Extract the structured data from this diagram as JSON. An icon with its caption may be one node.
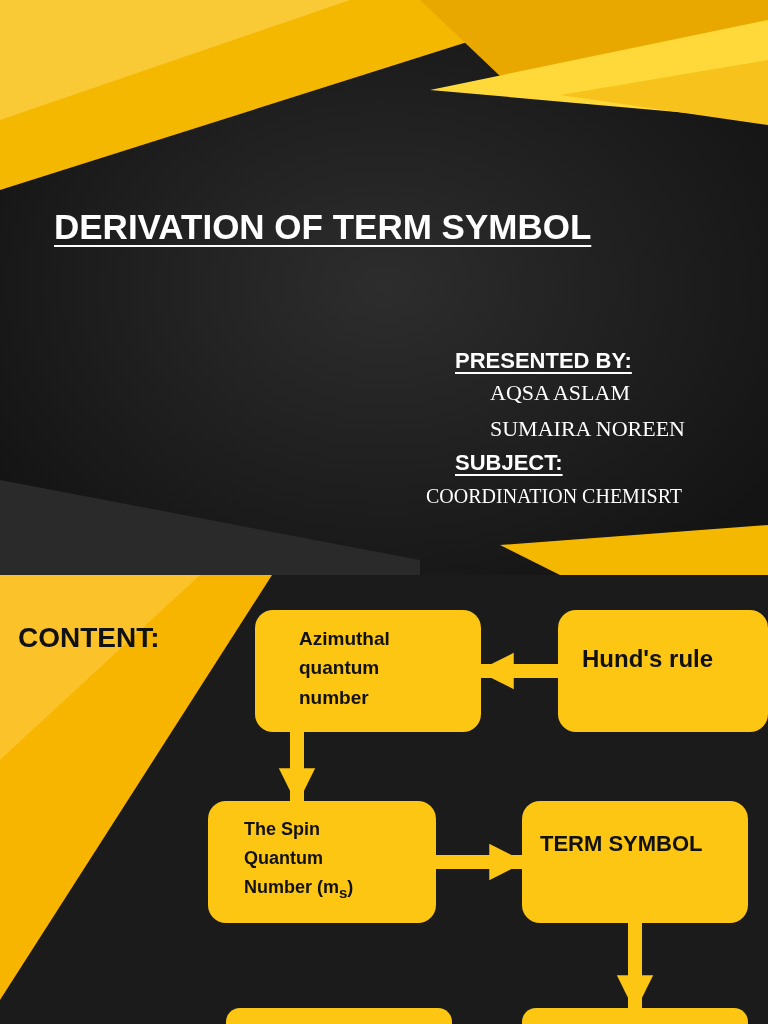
{
  "diagram": {
    "title": "DERIVATION OF TERM SYMBOL",
    "nodes": [
      {
        "text": [
          "Azimuthal quantum number"
        ]
      },
      {
        "text": [
          "Hund's rule"
        ]
      },
      {
        "text": [
          "The Spin Quantum Number (m$_{s}$)"
        ]
      },
      {
        "text": [
          "TERM SYMBOL"
        ]
      },
      {
        "text": [],
        "shape": "box"
      },
      {
        "text": [],
        "shape": "box"
      }
    ],
    "edges": [
      {
        "from": 1,
        "to": 0,
        "arrow": "to"
      },
      {
        "from": 0,
        "to": 2,
        "arrow": "to"
      },
      {
        "from": 2,
        "to": 3,
        "arrow": "to"
      },
      {
        "from": 3,
        "to": 5,
        "arrow": "to"
      }
    ],
    "labels": [
      "PRESENTED BY:",
      "AQSA ASLAM",
      "SUMAIRA NOREEN",
      "SUBJECT:",
      "COORDINATION CHEMISRT",
      "CONTENT:"
    ]
  }
}
